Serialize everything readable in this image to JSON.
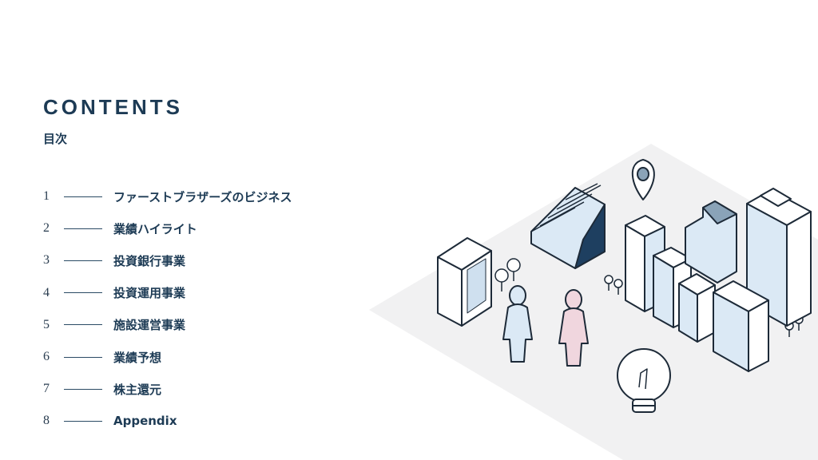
{
  "header": {
    "title": "CONTENTS",
    "subtitle": "目次"
  },
  "toc": [
    {
      "num": "1",
      "label": "ファーストブラザーズのビジネス"
    },
    {
      "num": "2",
      "label": "業績ハイライト"
    },
    {
      "num": "3",
      "label": "投資銀行事業"
    },
    {
      "num": "4",
      "label": "投資運用事業"
    },
    {
      "num": "5",
      "label": "施設運営事業"
    },
    {
      "num": "6",
      "label": "業績予想"
    },
    {
      "num": "7",
      "label": "株主還元"
    },
    {
      "num": "8",
      "label": "Appendix"
    }
  ],
  "colors": {
    "navy": "#1d3b55",
    "light_blue": "#dbe9f5",
    "pink": "#f0d6de",
    "floor": "#f1f1f2"
  }
}
